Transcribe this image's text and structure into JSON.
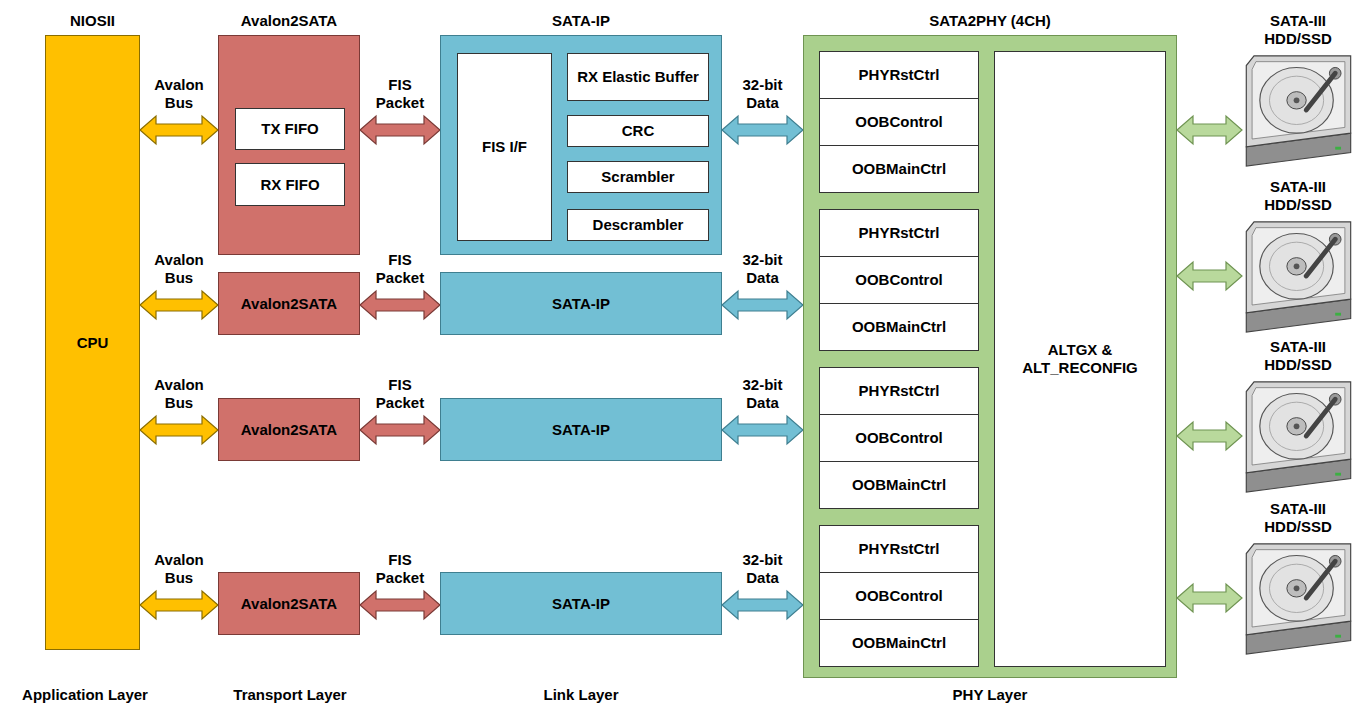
{
  "diagram": {
    "nodes": [
      {
        "text": [
          "NIOSII",
          "CPU"
        ]
      },
      {
        "text": [
          "Avalon2SATA"
        ]
      },
      {
        "text": [
          "TX FIFO"
        ],
        "in": 1
      },
      {
        "text": [
          "RX FIFO"
        ],
        "in": 1
      },
      {
        "text": [
          "SATA-IP"
        ]
      },
      {
        "text": [
          "FIS I/F"
        ],
        "in": 4
      },
      {
        "text": [
          "RX Elastic Buffer"
        ],
        "in": 4
      },
      {
        "text": [
          "CRC"
        ],
        "in": 4
      },
      {
        "text": [
          "Scrambler"
        ],
        "in": 4
      },
      {
        "text": [
          "Descrambler"
        ],
        "in": 4
      },
      {
        "text": [
          "Avalon2SATA"
        ]
      },
      {
        "text": [
          "SATA-IP"
        ]
      },
      {
        "text": [
          "Avalon2SATA"
        ]
      },
      {
        "text": [
          "SATA-IP"
        ]
      },
      {
        "text": [
          "Avalon2SATA"
        ]
      },
      {
        "text": [
          "SATA-IP"
        ]
      },
      {
        "text": [
          "SATA2PHY (4CH)"
        ]
      },
      {
        "text": [
          "PHYRstCtrl"
        ],
        "in": 16
      },
      {
        "text": [
          "OOBControl"
        ],
        "in": 16
      },
      {
        "text": [
          "OOBMainCtrl"
        ],
        "in": 16
      },
      {
        "text": [
          "PHYRstCtrl"
        ],
        "in": 16
      },
      {
        "text": [
          "OOBControl"
        ],
        "in": 16
      },
      {
        "text": [
          "OOBMainCtrl"
        ],
        "in": 16
      },
      {
        "text": [
          "PHYRstCtrl"
        ],
        "in": 16
      },
      {
        "text": [
          "OOBControl"
        ],
        "in": 16
      },
      {
        "text": [
          "OOBMainCtrl"
        ],
        "in": 16
      },
      {
        "text": [
          "PHYRstCtrl"
        ],
        "in": 16
      },
      {
        "text": [
          "OOBControl"
        ],
        "in": 16
      },
      {
        "text": [
          "OOBMainCtrl"
        ],
        "in": 16
      },
      {
        "text": [
          "ALTGX & ALT_RECONFIG"
        ],
        "in": 16
      },
      {
        "text": [
          "SATA-III HDD/SSD"
        ]
      },
      {
        "text": [
          "SATA-III HDD/SSD"
        ]
      },
      {
        "text": [
          "SATA-III HDD/SSD"
        ]
      },
      {
        "text": [
          "SATA-III HDD/SSD"
        ]
      }
    ],
    "edges": [
      {
        "from": 0,
        "to": 1,
        "arrow": "both",
        "label": "Avalon Bus"
      },
      {
        "from": 1,
        "to": 4,
        "arrow": "both",
        "label": "FIS Packet"
      },
      {
        "from": 4,
        "to": 16,
        "arrow": "both",
        "label": "32-bit Data"
      },
      {
        "from": 16,
        "to": 30,
        "arrow": "both"
      },
      {
        "from": 0,
        "to": 10,
        "arrow": "both",
        "label": "Avalon Bus"
      },
      {
        "from": 10,
        "to": 11,
        "arrow": "both",
        "label": "FIS Packet"
      },
      {
        "from": 11,
        "to": 16,
        "arrow": "both",
        "label": "32-bit Data"
      },
      {
        "from": 16,
        "to": 31,
        "arrow": "both"
      },
      {
        "from": 0,
        "to": 12,
        "arrow": "both",
        "label": "Avalon Bus"
      },
      {
        "from": 12,
        "to": 13,
        "arrow": "both",
        "label": "FIS Packet"
      },
      {
        "from": 13,
        "to": 16,
        "arrow": "both",
        "label": "32-bit Data"
      },
      {
        "from": 16,
        "to": 32,
        "arrow": "both"
      },
      {
        "from": 0,
        "to": 14,
        "arrow": "both",
        "label": "Avalon Bus"
      },
      {
        "from": 14,
        "to": 15,
        "arrow": "both",
        "label": "FIS Packet"
      },
      {
        "from": 15,
        "to": 16,
        "arrow": "both",
        "label": "32-bit Data"
      },
      {
        "from": 16,
        "to": 33,
        "arrow": "both"
      }
    ],
    "labels": [
      "Application Layer",
      "Transport Layer",
      "Link Layer",
      "PHY Layer"
    ]
  }
}
